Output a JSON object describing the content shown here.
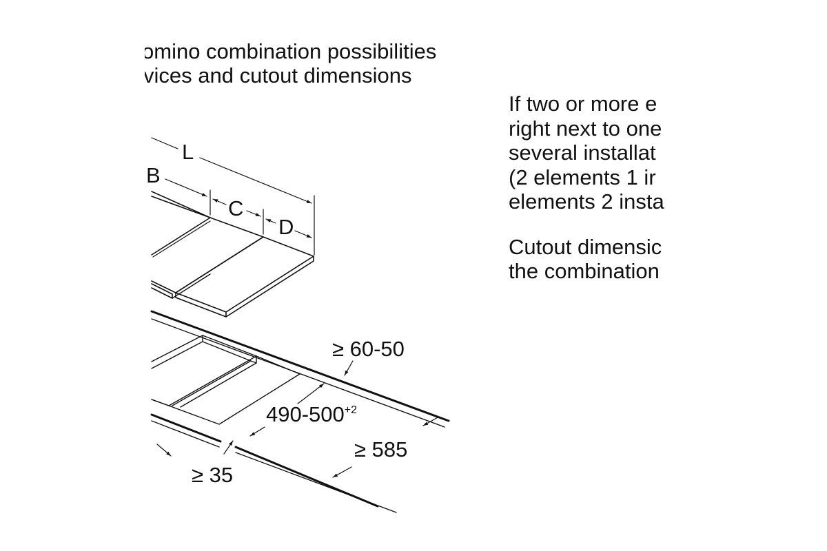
{
  "heading": {
    "line1": "omino combination possibilities",
    "line2": "vices and cutout dimensions"
  },
  "description": {
    "paragraph1": [
      "If two or more e",
      "right next to one",
      "several installat",
      "(2 elements 1 ir",
      "elements 2 insta"
    ],
    "paragraph2": [
      "Cutout dimensic",
      "the combination"
    ]
  },
  "labels": {
    "L": "L",
    "B": "B",
    "C": "C",
    "D": "D",
    "dim_60_50": "≥ 60-50",
    "dim_490_500": "490-500",
    "dim_490_500_sup": "+2",
    "dim_585": "≥ 585",
    "dim_35": "≥ 35"
  },
  "colors": {
    "line": "#111111",
    "background": "#ffffff"
  }
}
